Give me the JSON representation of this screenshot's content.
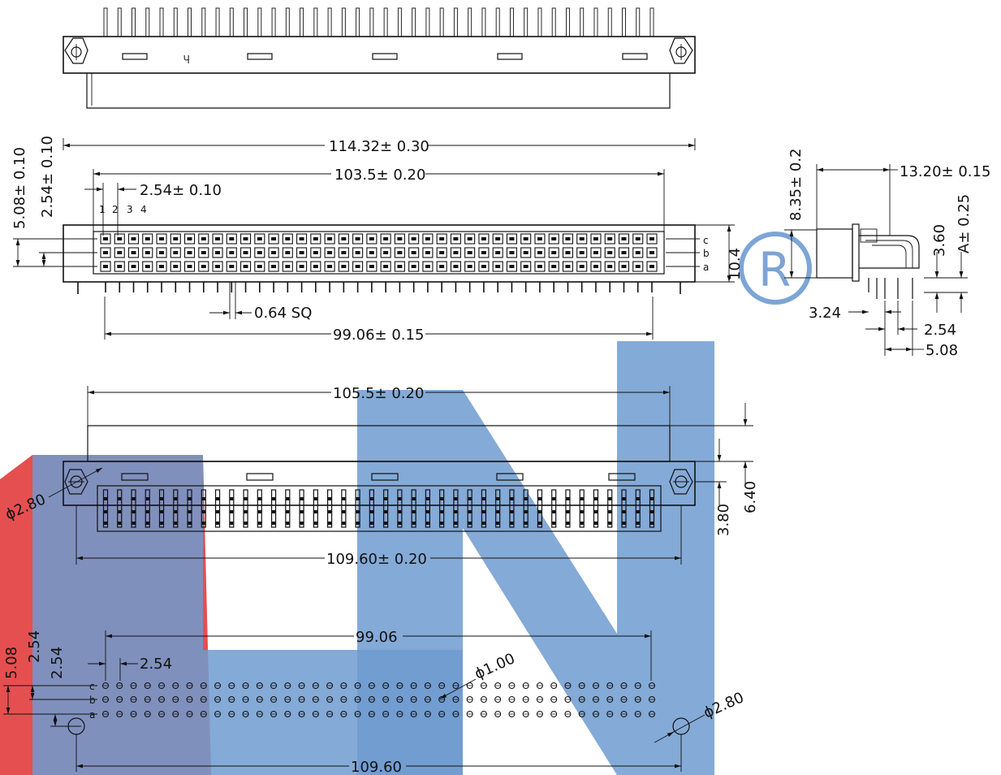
{
  "watermark": {
    "letters": "LN",
    "mark": "®",
    "letters_color": "#6f9bd0",
    "accent_color": "#e03030"
  },
  "front_view": {
    "overall_width": "114.32± 0.30",
    "contact_span": "103.5± 0.20",
    "pitch": "2.54± 0.10",
    "row_pitch_5": "5.08± 0.10",
    "row_pitch_2": "2.54± 0.10",
    "pin_labels": [
      "1",
      "2",
      "3",
      "4"
    ],
    "row_labels": [
      "c",
      "b",
      "a"
    ],
    "height": "10.4",
    "pin_size": "0.64  SQ",
    "pin_span": "99.06± 0.15"
  },
  "side_view": {
    "depth": "13.20± 0.15",
    "height": "8.35± 0.2",
    "a_dim": "A± 0.25",
    "offset": "3.60",
    "pin_offset": "3.24",
    "pitch_1": "2.54",
    "pitch_2": "5.08"
  },
  "bottom_view": {
    "width": "105.5± 0.20",
    "hole_dia": "ϕ2.80",
    "depth_1": "6.40",
    "depth_2": "3.80",
    "mount_span": "109.60± 0.20"
  },
  "pcb_layout": {
    "pin_span": "99.06",
    "pitch": "2.54",
    "row_5": "5.08",
    "row_2a": "2.54",
    "row_2b": "2.54",
    "hole_small": "ϕ1.00",
    "hole_large": "ϕ2.80",
    "mount_span": "109.60",
    "row_labels": [
      "c",
      "b",
      "a"
    ]
  }
}
